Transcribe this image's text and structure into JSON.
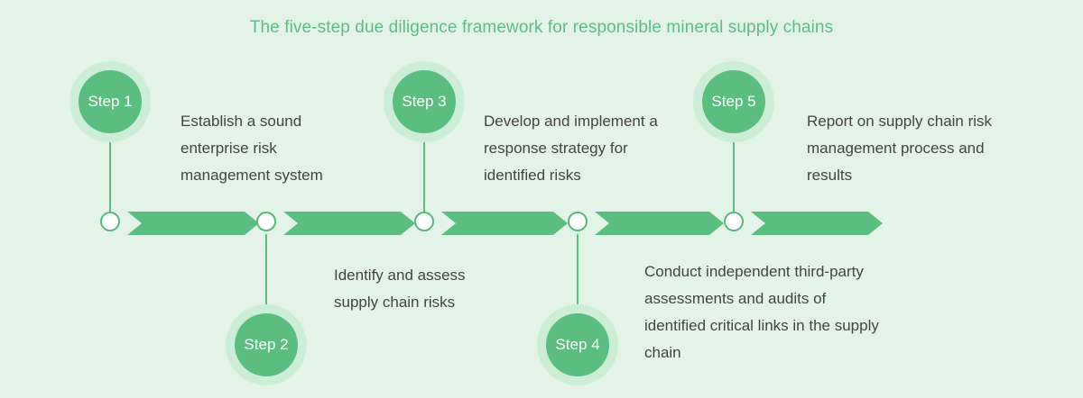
{
  "title": "The five-step due diligence framework for responsible mineral supply chains",
  "colors": {
    "background": "#e4f3e8",
    "accent_green": "#5bbd7f",
    "halo_green": "#cdeed6",
    "title_green": "#5dbd83",
    "text_gray": "#444444",
    "node_fill": "#ffffff"
  },
  "steps": [
    {
      "badge": "Step 1",
      "description": "Establish a sound enterprise risk management system",
      "position": "above"
    },
    {
      "badge": "Step 2",
      "description": "Identify and assess supply chain risks",
      "position": "below"
    },
    {
      "badge": "Step 3",
      "description": "Develop and implement a response strategy for identified risks",
      "position": "above"
    },
    {
      "badge": "Step 4",
      "description": "Conduct independent third-party assessments and audits of identified critical links in the supply chain",
      "position": "below"
    },
    {
      "badge": "Step 5",
      "description": "Report on supply chain risk management process and results",
      "position": "above"
    }
  ]
}
